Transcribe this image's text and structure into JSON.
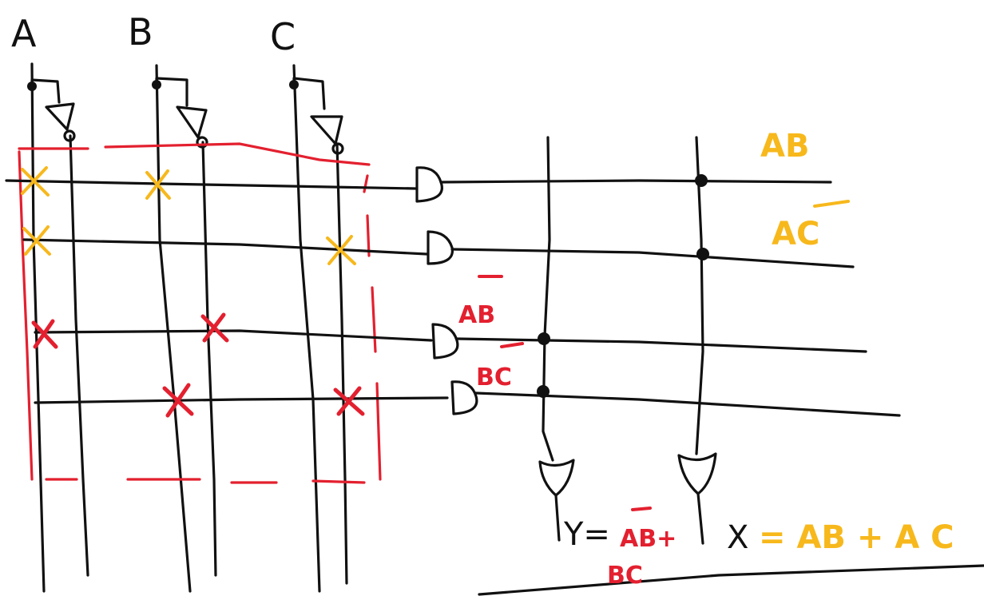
{
  "inputs": [
    {
      "label": "A"
    },
    {
      "label": "B"
    },
    {
      "label": "C"
    }
  ],
  "terms": [
    {
      "label": "AB",
      "color": "#f7b81c"
    },
    {
      "label": "AC",
      "color": "#f7b81c"
    },
    {
      "label": "AB",
      "color": "#e3202f"
    },
    {
      "label": "BC",
      "color": "#e3202f"
    }
  ],
  "outputs": {
    "y": {
      "prefix": "Y=",
      "expr": "AB+",
      "expr2": "BC",
      "color": "#e3202f"
    },
    "x": {
      "prefix": "X",
      "expr": "= AB + A C",
      "color": "#f7b81c"
    }
  },
  "colors": {
    "ink": "#111111",
    "yellow": "#f7b81c",
    "red": "#e3202f"
  }
}
